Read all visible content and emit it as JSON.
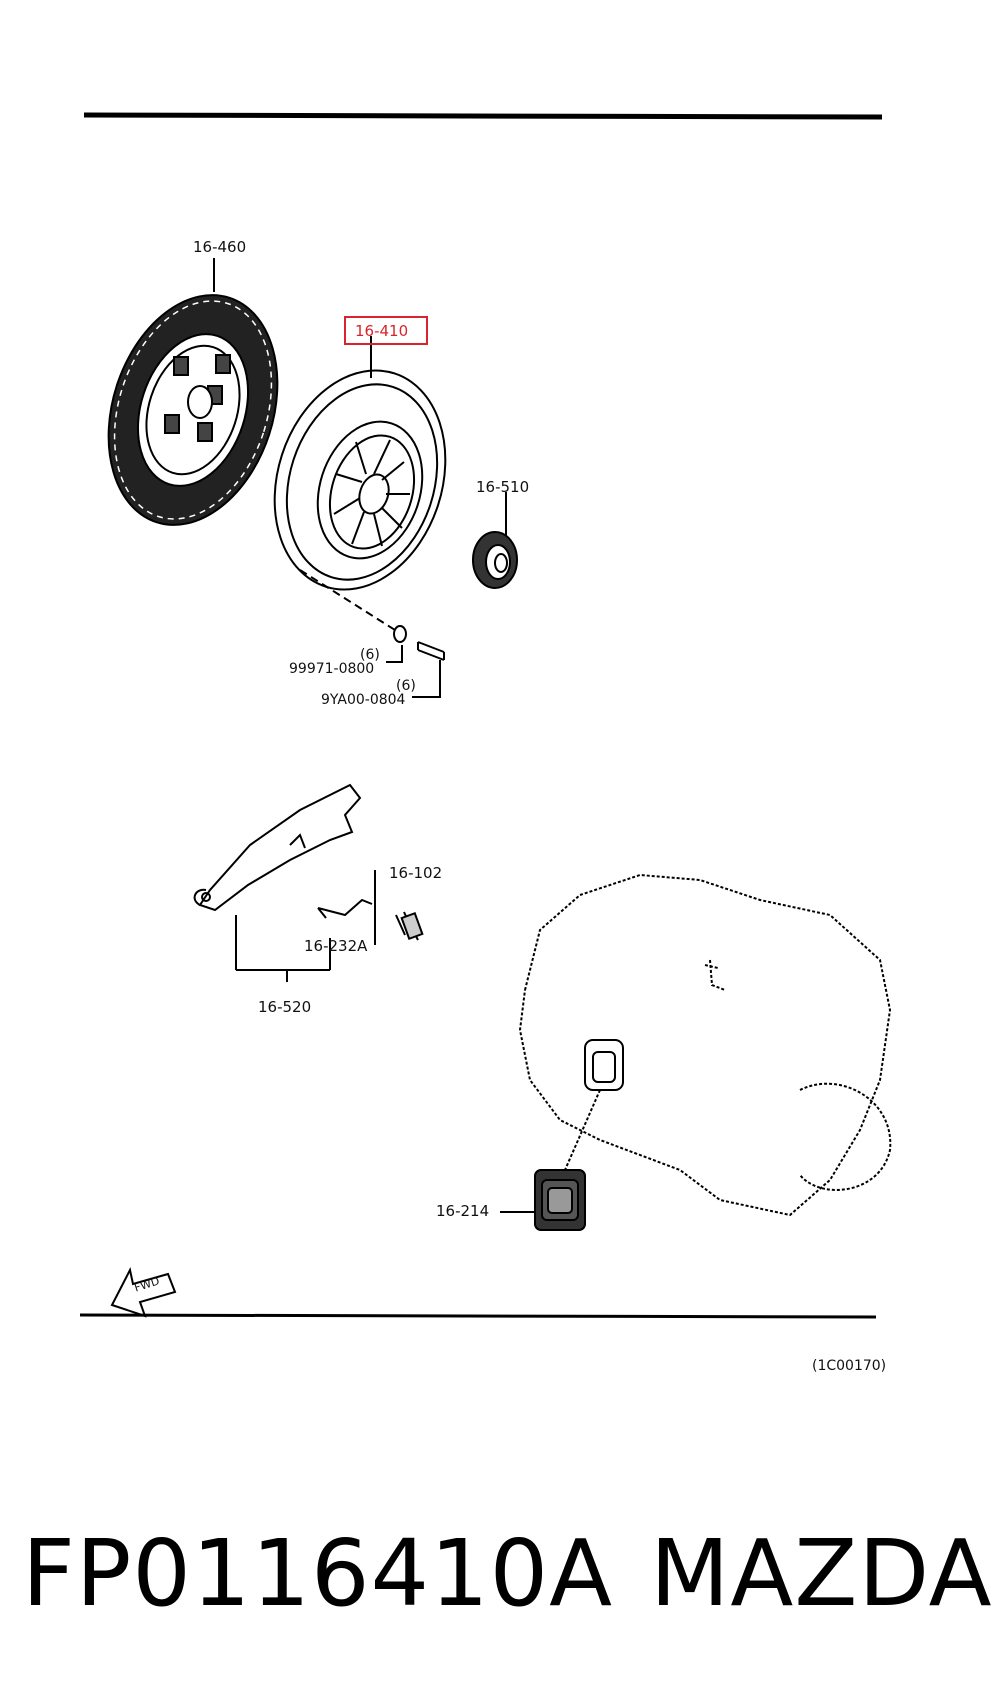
{
  "labels": {
    "disc": "16-460",
    "cover": "16-410",
    "bearing": "16-510",
    "washer_qty": "(6)",
    "washer_part": "99971-0800",
    "bolt_qty": "(6)",
    "bolt_part": "9YA00-0804",
    "stud": "16-102",
    "spring": "16-232A",
    "fork": "16-520",
    "boot": "16-214",
    "fwd": "FWD",
    "ref_code": "(1C00170)"
  },
  "footer": {
    "part_number": "FP0116410A",
    "brand": "MAZDA"
  },
  "highlight_color": "#d9232d"
}
